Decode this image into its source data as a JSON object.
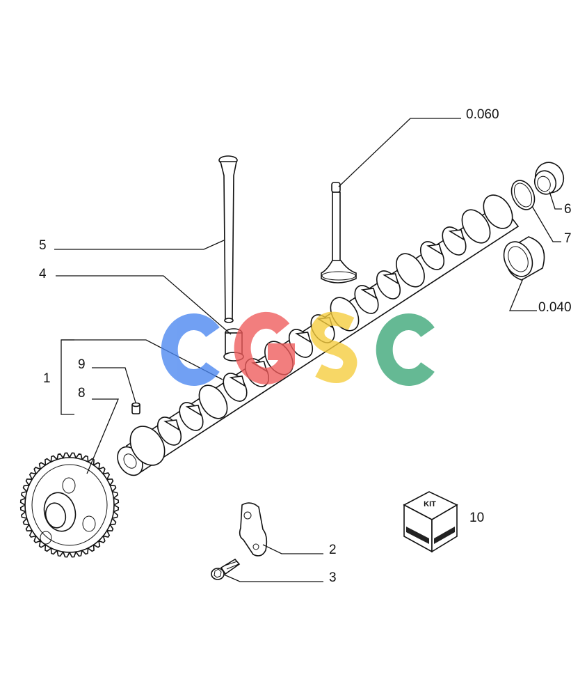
{
  "callouts": {
    "c0060": "0.060",
    "c5": "5",
    "c4": "4",
    "c6": "6",
    "c7": "7",
    "c0040": "0.040",
    "c1": "1",
    "c9": "9",
    "c8": "8",
    "c2": "2",
    "c3": "3",
    "c10": "10"
  },
  "kit_box": {
    "label": "KIT"
  },
  "watermark": {
    "letters": [
      "C",
      "G",
      "S",
      "C"
    ],
    "colors": [
      "#4a86f0",
      "#ef5b5b",
      "#f6cc3c",
      "#3aa677"
    ]
  },
  "colors": {
    "ink": "#111111",
    "background": "#ffffff"
  }
}
